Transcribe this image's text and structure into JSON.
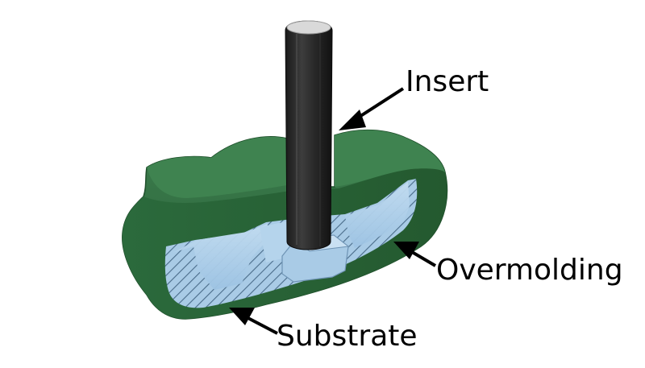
{
  "labels": {
    "insert": "Insert",
    "overmolding": "Overmolding",
    "substrate": "Substrate"
  },
  "colors": {
    "overmolding": "#2f6e41",
    "substrate": "#a9cbe6",
    "insert": "#262626",
    "hatch": "#4a6c8a",
    "text": "#000000"
  }
}
